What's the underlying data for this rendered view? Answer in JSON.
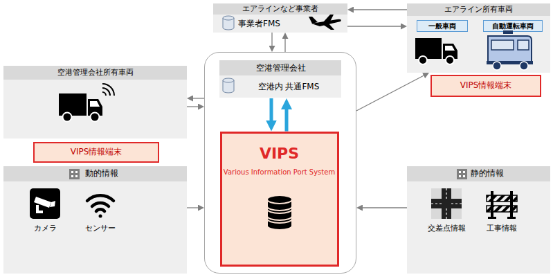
{
  "diagram": {
    "nodes": [
      {
        "text": [
          "エアラインなど事業者",
          "事業者FMS"
        ]
      },
      {
        "text": [
          "エアライン所有車両"
        ]
      },
      {
        "text": [
          "一般車両"
        ],
        "in": 1
      },
      {
        "text": [
          "自動運転車両"
        ],
        "in": 1
      },
      {
        "text": [
          "VIPS情報端末"
        ]
      },
      {
        "text": [
          "空港管理会社所有車両"
        ]
      },
      {
        "text": [
          "VIPS情報端末"
        ]
      },
      {
        "text": [
          "空港管理会社",
          "空港内 共通FMS"
        ]
      },
      {
        "text": [
          "VIPS",
          "Various Information Port System"
        ],
        "in": 7
      },
      {
        "text": [
          "動的情報"
        ]
      },
      {
        "text": [
          "静的情報"
        ]
      }
    ],
    "edges": [
      {
        "from": 0,
        "to": 7,
        "arrow": "to"
      },
      {
        "from": 7,
        "to": 0,
        "arrow": "to"
      },
      {
        "from": 0,
        "to": 1,
        "arrow": "to"
      },
      {
        "from": 1,
        "to": 0,
        "arrow": "to"
      },
      {
        "from": 7,
        "to": 8,
        "arrow": "to"
      },
      {
        "from": 8,
        "to": 7,
        "arrow": "to"
      },
      {
        "from": 7,
        "to": 1,
        "arrow": "to"
      },
      {
        "from": 7,
        "to": 5,
        "arrow": "to"
      },
      {
        "from": 5,
        "to": 7,
        "arrow": "to"
      },
      {
        "from": 9,
        "to": 7,
        "arrow": "to"
      },
      {
        "from": 10,
        "to": 7,
        "arrow": "to"
      }
    ],
    "labels": [
      "カメラ",
      "センサー",
      "交差点情報",
      "工事情報"
    ]
  }
}
